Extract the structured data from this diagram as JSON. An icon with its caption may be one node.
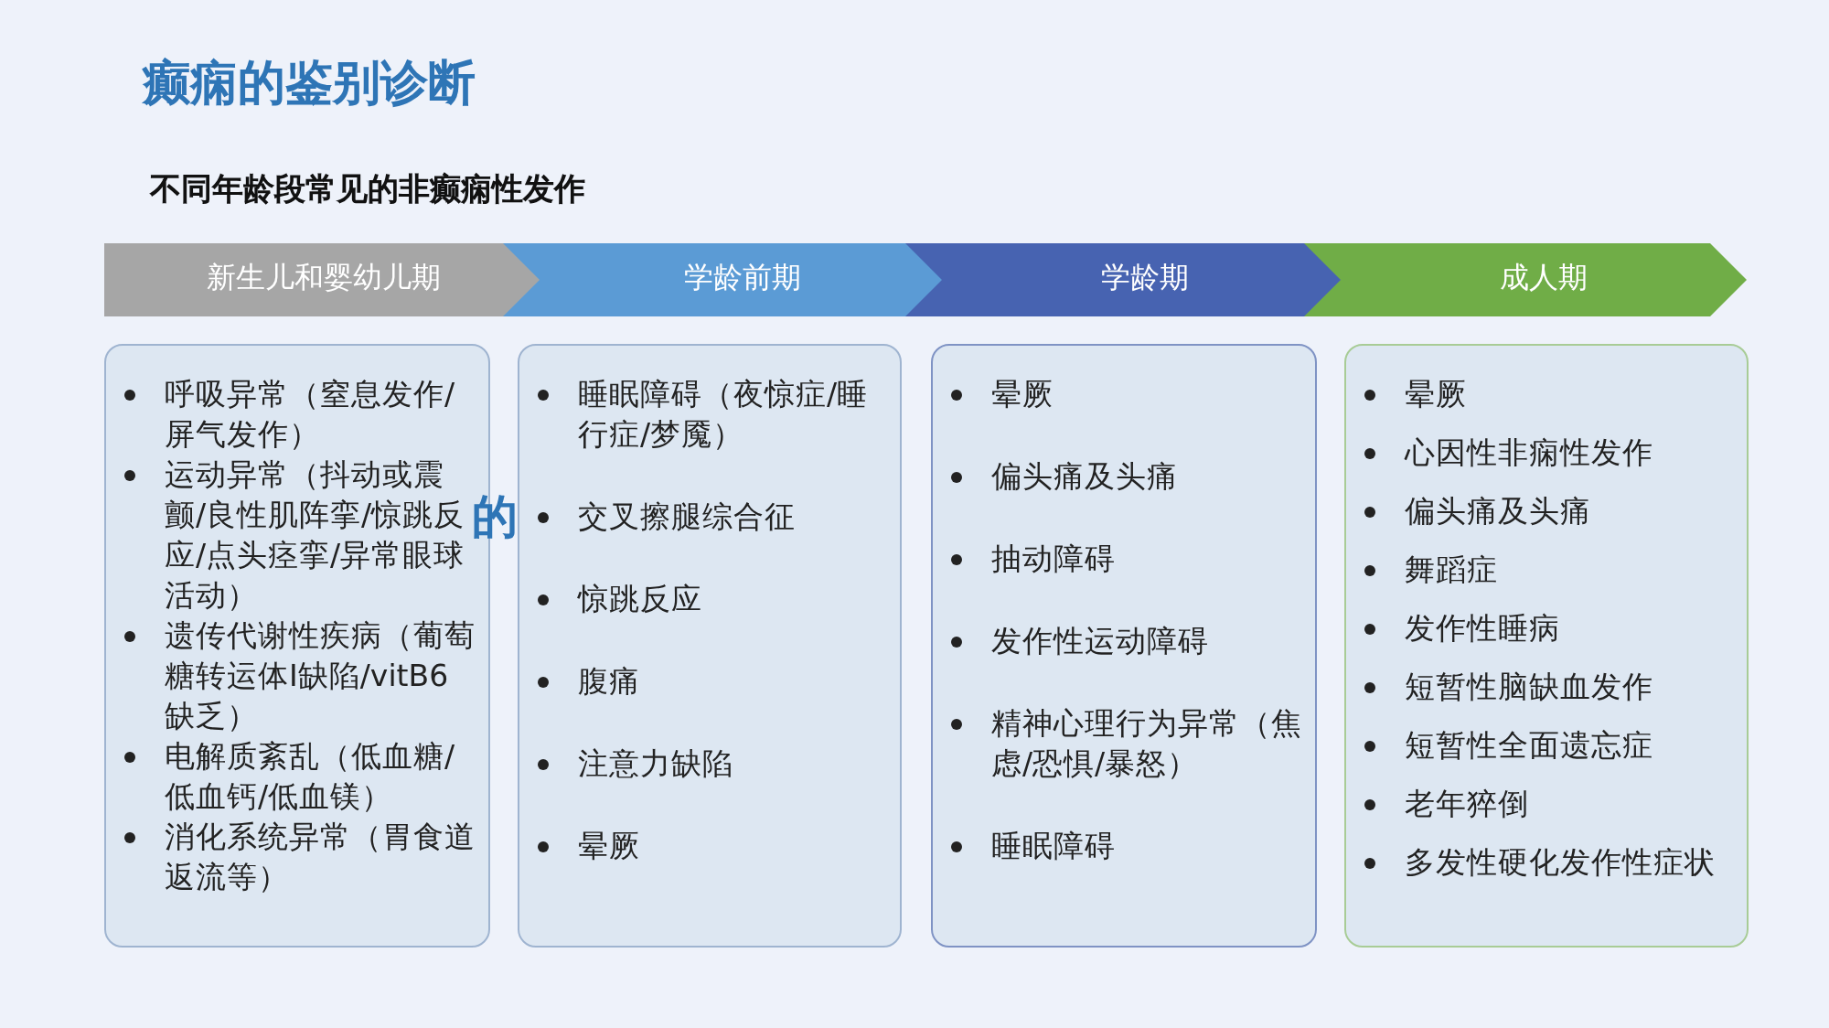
{
  "diagram": {
    "title": "癫痫的鉴别诊断",
    "nodes": [
      {
        "text": [
          "新生儿和婴幼儿期"
        ]
      },
      {
        "text": [
          "学龄前期"
        ]
      },
      {
        "text": [
          "学龄期"
        ]
      },
      {
        "text": [
          "成人期"
        ]
      },
      {
        "text": [
          "呼吸异常（窒息发作/屏气发作）",
          "运动异常（抖动或震颤/良性肌阵挛/惊跳反应/点头痉挛/异常眼球活动）",
          "遗传代谢性疾病（葡萄糖转运体Ⅰ缺陷/vitB6缺乏）",
          "电解质紊乱（低血糖/低血钙/低血镁）",
          "消化系统异常（胃食道返流等）"
        ]
      },
      {
        "text": [
          "睡眠障碍（夜惊症/睡行症/梦魇）",
          "交叉擦腿综合征",
          "惊跳反应",
          "腹痛",
          "注意力缺陷",
          "晕厥"
        ]
      },
      {
        "text": [
          "晕厥",
          "偏头痛及头痛",
          "抽动障碍",
          "发作性运动障碍",
          "精神心理行为异常（焦虑/恐惧/暴怒）",
          "睡眠障碍"
        ]
      },
      {
        "text": [
          "晕厥",
          "心因性非痫性发作",
          "偏头痛及头痛",
          "舞蹈症",
          "发作性睡病",
          "短暂性脑缺血发作",
          "短暂性全面遗忘症",
          "老年猝倒",
          "多发性硬化发作性症状"
        ]
      }
    ],
    "labels": [
      "不同年龄段常见的非癫痫性发作",
      "的"
    ]
  }
}
